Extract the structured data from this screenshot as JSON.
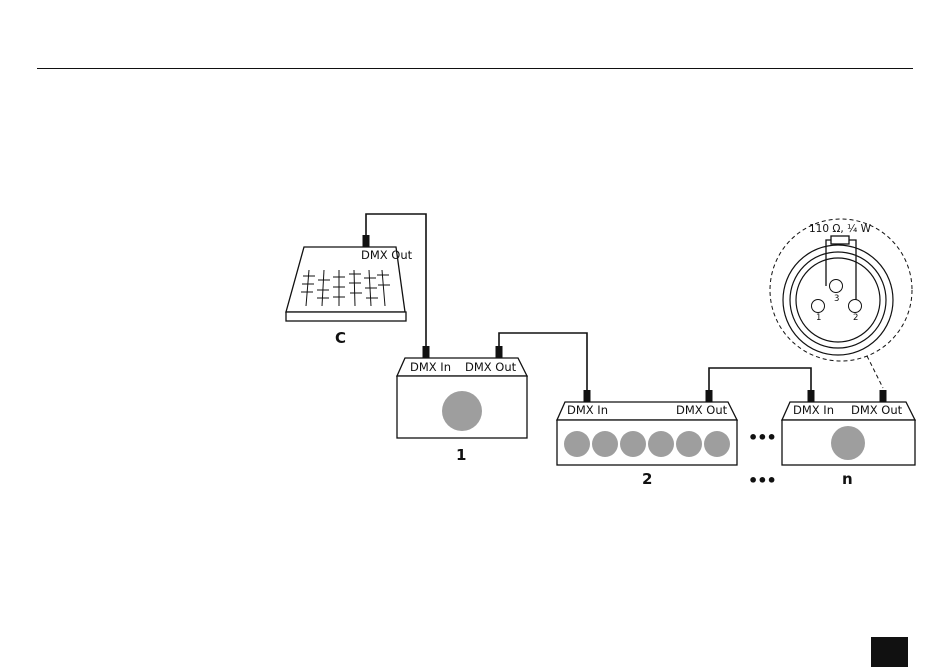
{
  "controller": {
    "output_label": "DMX Out",
    "id_label": "C"
  },
  "devices": [
    {
      "id_label": "1",
      "input_label": "DMX In",
      "output_label": "DMX Out"
    },
    {
      "id_label": "2",
      "input_label": "DMX In",
      "output_label": "DMX Out"
    },
    {
      "id_label": "n",
      "input_label": "DMX In",
      "output_label": "DMX Out"
    }
  ],
  "continuation": "•••",
  "terminator": {
    "resistor_label": "110 Ω, ¼ W",
    "pins": [
      "1",
      "2",
      "3"
    ]
  },
  "colors": {
    "line": "#111111",
    "lamp": "#9e9e9e",
    "page_marker": "#111111"
  }
}
